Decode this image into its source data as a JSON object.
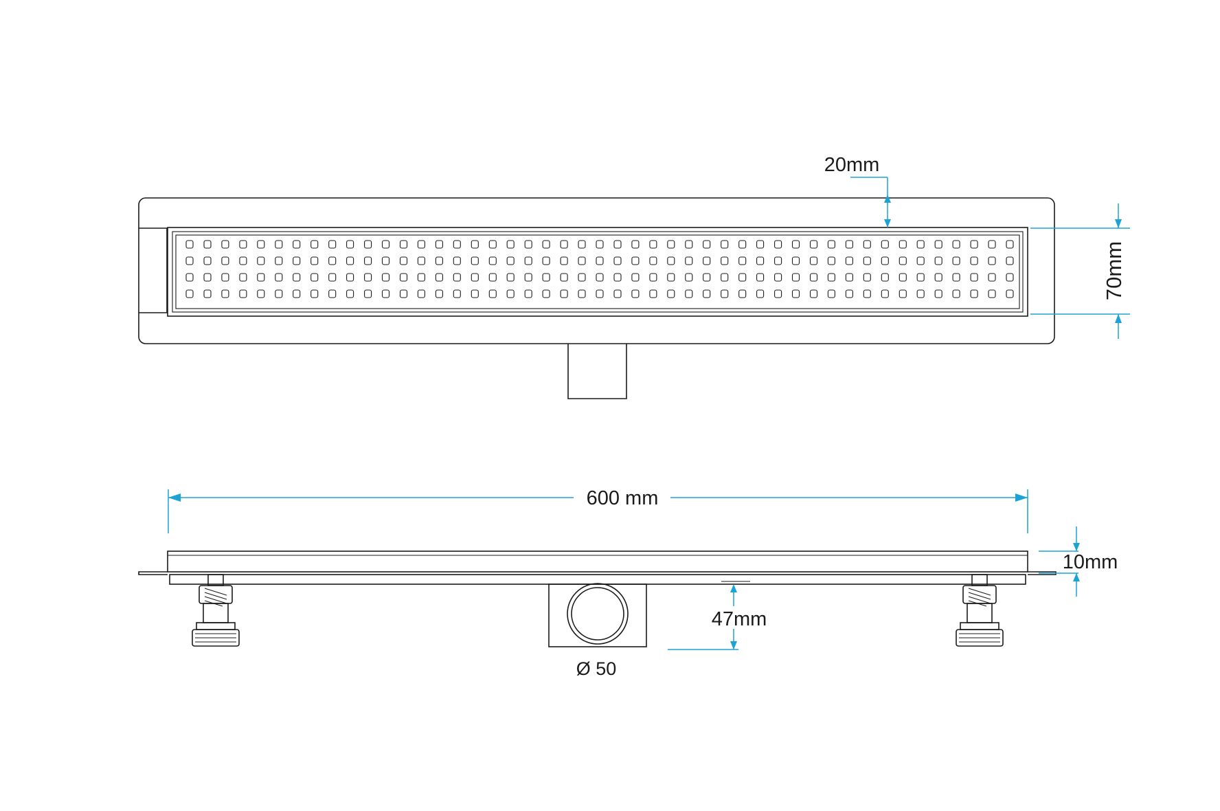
{
  "dimensions": {
    "grate_gap": "20mm",
    "grate_width": "70mm",
    "length": "600 mm",
    "flange_height": "10mm",
    "outlet_height": "47mm",
    "outlet_diameter": "Ø 50"
  },
  "colors": {
    "line": "#1a1a1a",
    "dimension": "#1ba3d6",
    "background": "#ffffff"
  }
}
